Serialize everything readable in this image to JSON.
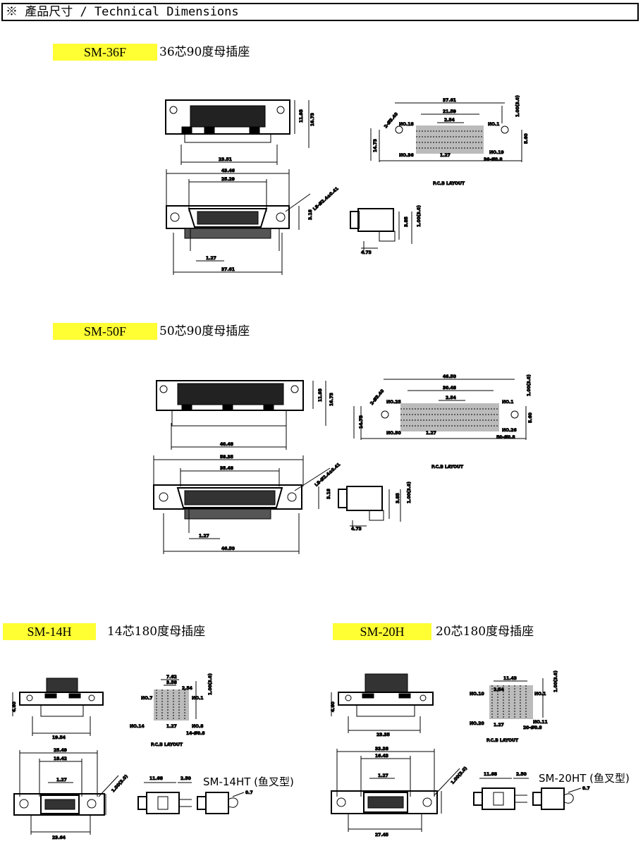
{
  "header": {
    "title": "※ 產品尺寸 / Technical Dimensions"
  },
  "products": [
    {
      "model": "SM-36F",
      "desc": "36芯90度母插座",
      "dims": {
        "d1": "37.61",
        "d2": "21.59",
        "d3": "2.54",
        "d4": "1.27",
        "d5": "14.73",
        "d6": "11.93",
        "d7": "23.51",
        "d8": "43.46",
        "d9": "25.29",
        "d10": "1.27",
        "d11": "37.61",
        "d12": "4.73",
        "d13": "3.18",
        "d14": "3.85",
        "d15": "NO.18",
        "d16": "NO.1",
        "d17": "NO.36",
        "d18": "NO.19",
        "d19": "36-Ø0.8",
        "d20": "2-Ø3.40",
        "d21": "LS-Ø2.4±0.41",
        "d22": "1.00(3.0)",
        "d23": "5.60",
        "d24": "16.73"
      }
    },
    {
      "model": "SM-50F",
      "desc": "50芯90度母插座",
      "dims": {
        "d1": "46.50",
        "d2": "30.48",
        "d3": "2.54",
        "d4": "1.27",
        "d5": "14.73",
        "d6": "11.93",
        "d7": "40.48",
        "d8": "58.35",
        "d9": "35.48",
        "d10": "1.27",
        "d11": "46.50",
        "d12": "4.73",
        "d13": "3.18",
        "d14": "3.85",
        "d15": "NO.25",
        "d16": "NO.1",
        "d17": "NO.50",
        "d18": "NO.26",
        "d19": "50-Ø0.8",
        "d20": "2-Ø3.40",
        "d21": "LS-Ø2.4±0.41",
        "d22": "1.00(3.0)",
        "d23": "5.60",
        "d24": "16.73"
      }
    },
    {
      "model": "SM-14H",
      "desc": "14芯180度母插座",
      "variant": "SM-14HT (鱼叉型)",
      "dims": {
        "d1": "7.62",
        "d2": "3.58",
        "d3": "2.54",
        "d4": "1.27",
        "d5": "4.60",
        "d6": "19.54",
        "d7": "25.49",
        "d8": "18.42",
        "d9": "1.27",
        "d10": "23.64",
        "d11": "11.68",
        "d12": "2.50",
        "d13": "NO.7",
        "d14": "NO.1",
        "d15": "NO.14",
        "d16": "NO.8",
        "d17": "14-Ø0.8",
        "d18": "1.00(3.0)",
        "d19": "0.7"
      }
    },
    {
      "model": "SM-20H",
      "desc": "20芯180度母插座",
      "variant": "SM-20HT (鱼叉型)",
      "dims": {
        "d1": "11.43",
        "d2": "2.54",
        "d3": "1.27",
        "d4": "4.60",
        "d5": "23.35",
        "d6": "33.38",
        "d7": "16.43",
        "d8": "1.27",
        "d9": "27.45",
        "d10": "11.68",
        "d11": "2.50",
        "d12": "NO.10",
        "d13": "NO.1",
        "d14": "NO.20",
        "d15": "NO.11",
        "d16": "20-Ø0.8",
        "d17": "1.00(3.0)",
        "d18": "0.7"
      }
    }
  ],
  "captions": {
    "pcb_layout": "P.C.B LAYOUT"
  },
  "colors": {
    "tag_bg": "#ffff33",
    "line": "#000000"
  }
}
